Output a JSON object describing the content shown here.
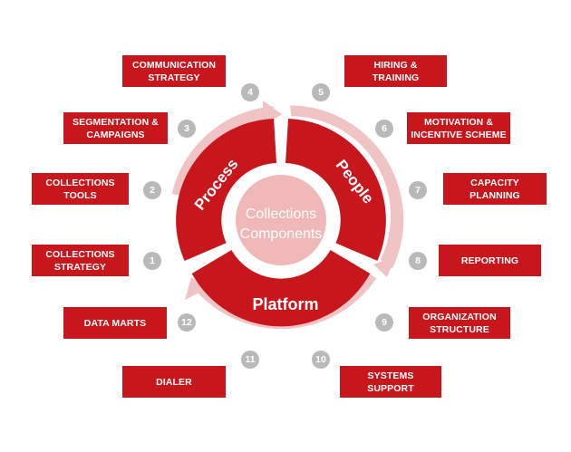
{
  "center": {
    "line1": "Collections",
    "line2": "Components"
  },
  "segments": {
    "process": "Process",
    "people": "People",
    "platform": "Platform"
  },
  "colors": {
    "box": "#c8161d",
    "segment": "#c8161d",
    "ring": "#f0c3c4",
    "center": "#f0b8b9",
    "badge": "#b9b9b9"
  },
  "items": [
    {
      "number": "1",
      "label1": "COLLECTIONS",
      "label2": "STRATEGY"
    },
    {
      "number": "2",
      "label1": "COLLECTIONS",
      "label2": "TOOLS"
    },
    {
      "number": "3",
      "label1": "SEGMENTATION &",
      "label2": "CAMPAIGNS"
    },
    {
      "number": "4",
      "label1": "COMMUNICATION",
      "label2": "STRATEGY"
    },
    {
      "number": "5",
      "label1": "HIRING &",
      "label2": "TRAINING"
    },
    {
      "number": "6",
      "label1": "MOTIVATION &",
      "label2": "INCENTIVE SCHEME"
    },
    {
      "number": "7",
      "label1": "CAPACITY",
      "label2": "PLANNING"
    },
    {
      "number": "8",
      "label1": "REPORTING",
      "label2": ""
    },
    {
      "number": "9",
      "label1": "ORGANIZATION",
      "label2": "STRUCTURE"
    },
    {
      "number": "10",
      "label1": "SYSTEMS SUPPORT",
      "label2": ""
    },
    {
      "number": "11",
      "label1": "DIALER",
      "label2": ""
    },
    {
      "number": "12",
      "label1": "DATA MARTS",
      "label2": ""
    }
  ]
}
